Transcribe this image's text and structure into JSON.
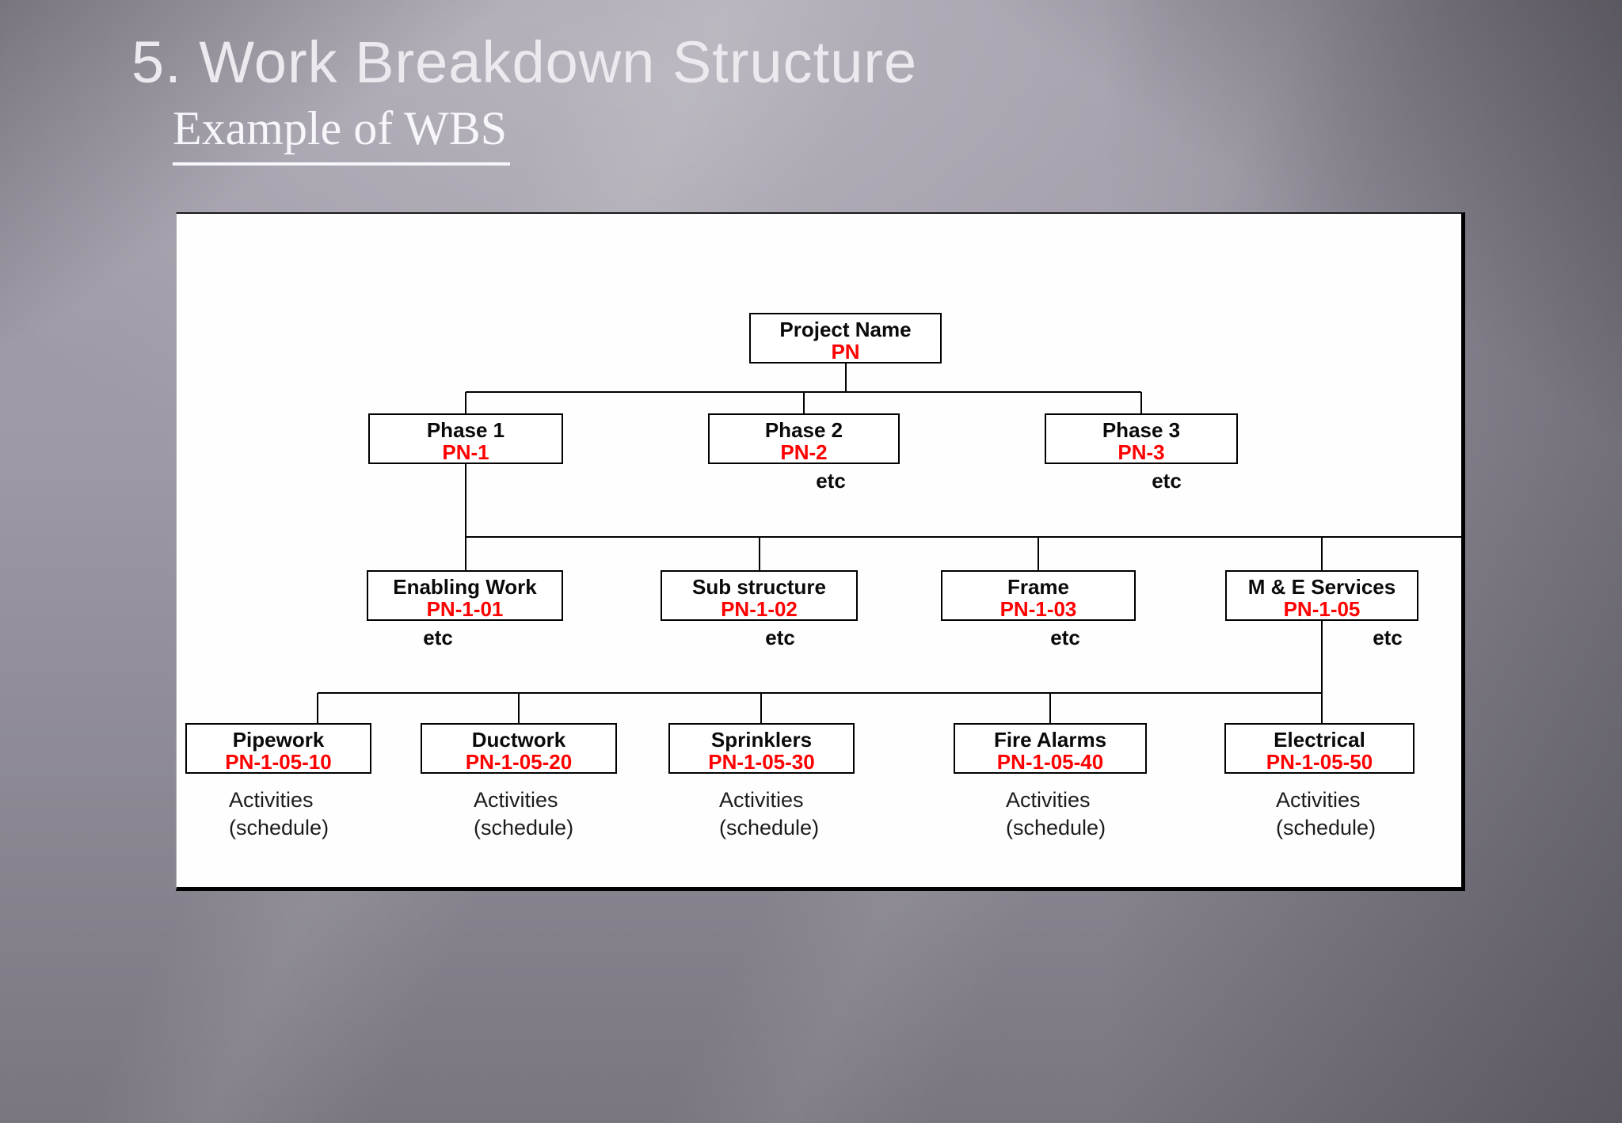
{
  "slide": {
    "title": "5. Work Breakdown Structure",
    "subtitle": "Example of WBS"
  },
  "colors": {
    "code_red": "#ff0000",
    "box_border": "#000000",
    "panel_background": "#fefefe"
  },
  "wbs": {
    "root": {
      "name": "Project Name",
      "code": "PN"
    },
    "phases": [
      {
        "name": "Phase 1",
        "code": "PN-1"
      },
      {
        "name": "Phase 2",
        "code": "PN-2",
        "note": "etc"
      },
      {
        "name": "Phase 3",
        "code": "PN-3",
        "note": "etc"
      }
    ],
    "work_packages": [
      {
        "name": "Enabling Work",
        "code": "PN-1-01",
        "note": "etc"
      },
      {
        "name": "Sub structure",
        "code": "PN-1-02",
        "note": "etc"
      },
      {
        "name": "Frame",
        "code": "PN-1-03",
        "note": "etc"
      },
      {
        "name": "M & E Services",
        "code": "PN-1-05",
        "note": "etc"
      }
    ],
    "sub_packages": [
      {
        "name": "Pipework",
        "code": "PN-1-05-10"
      },
      {
        "name": "Ductwork",
        "code": "PN-1-05-20"
      },
      {
        "name": "Sprinklers",
        "code": "PN-1-05-30"
      },
      {
        "name": "Fire Alarms",
        "code": "PN-1-05-40"
      },
      {
        "name": "Electrical",
        "code": "PN-1-05-50"
      }
    ],
    "activities": {
      "line1": "Activities",
      "line2": "(schedule)"
    }
  }
}
